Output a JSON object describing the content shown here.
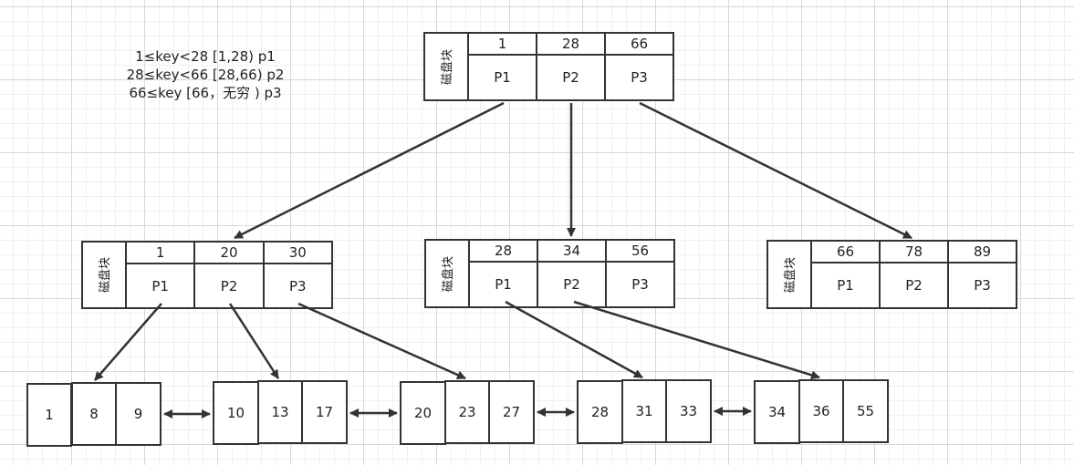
{
  "legend": [
    "1≤key<28 [1,28) p1",
    "28≤key<66 [28,66) p2",
    "66≤key [66，无穷 ) p3"
  ],
  "block_label": "磁盘块",
  "root": {
    "keys": [
      "1",
      "28",
      "66"
    ],
    "ptrs": [
      "P1",
      "P2",
      "P3"
    ]
  },
  "internal": [
    {
      "keys": [
        "1",
        "20",
        "30"
      ],
      "ptrs": [
        "P1",
        "P2",
        "P3"
      ]
    },
    {
      "keys": [
        "28",
        "34",
        "56"
      ],
      "ptrs": [
        "P1",
        "P2",
        "P3"
      ]
    },
    {
      "keys": [
        "66",
        "78",
        "89"
      ],
      "ptrs": [
        "P1",
        "P2",
        "P3"
      ]
    }
  ],
  "leaves": [
    [
      "1",
      "8",
      "9"
    ],
    [
      "10",
      "13",
      "17"
    ],
    [
      "20",
      "23",
      "27"
    ],
    [
      "28",
      "31",
      "33"
    ],
    [
      "34",
      "36",
      "55"
    ]
  ],
  "colors": {
    "line": "#333333",
    "grid": "#d8d8d8"
  }
}
